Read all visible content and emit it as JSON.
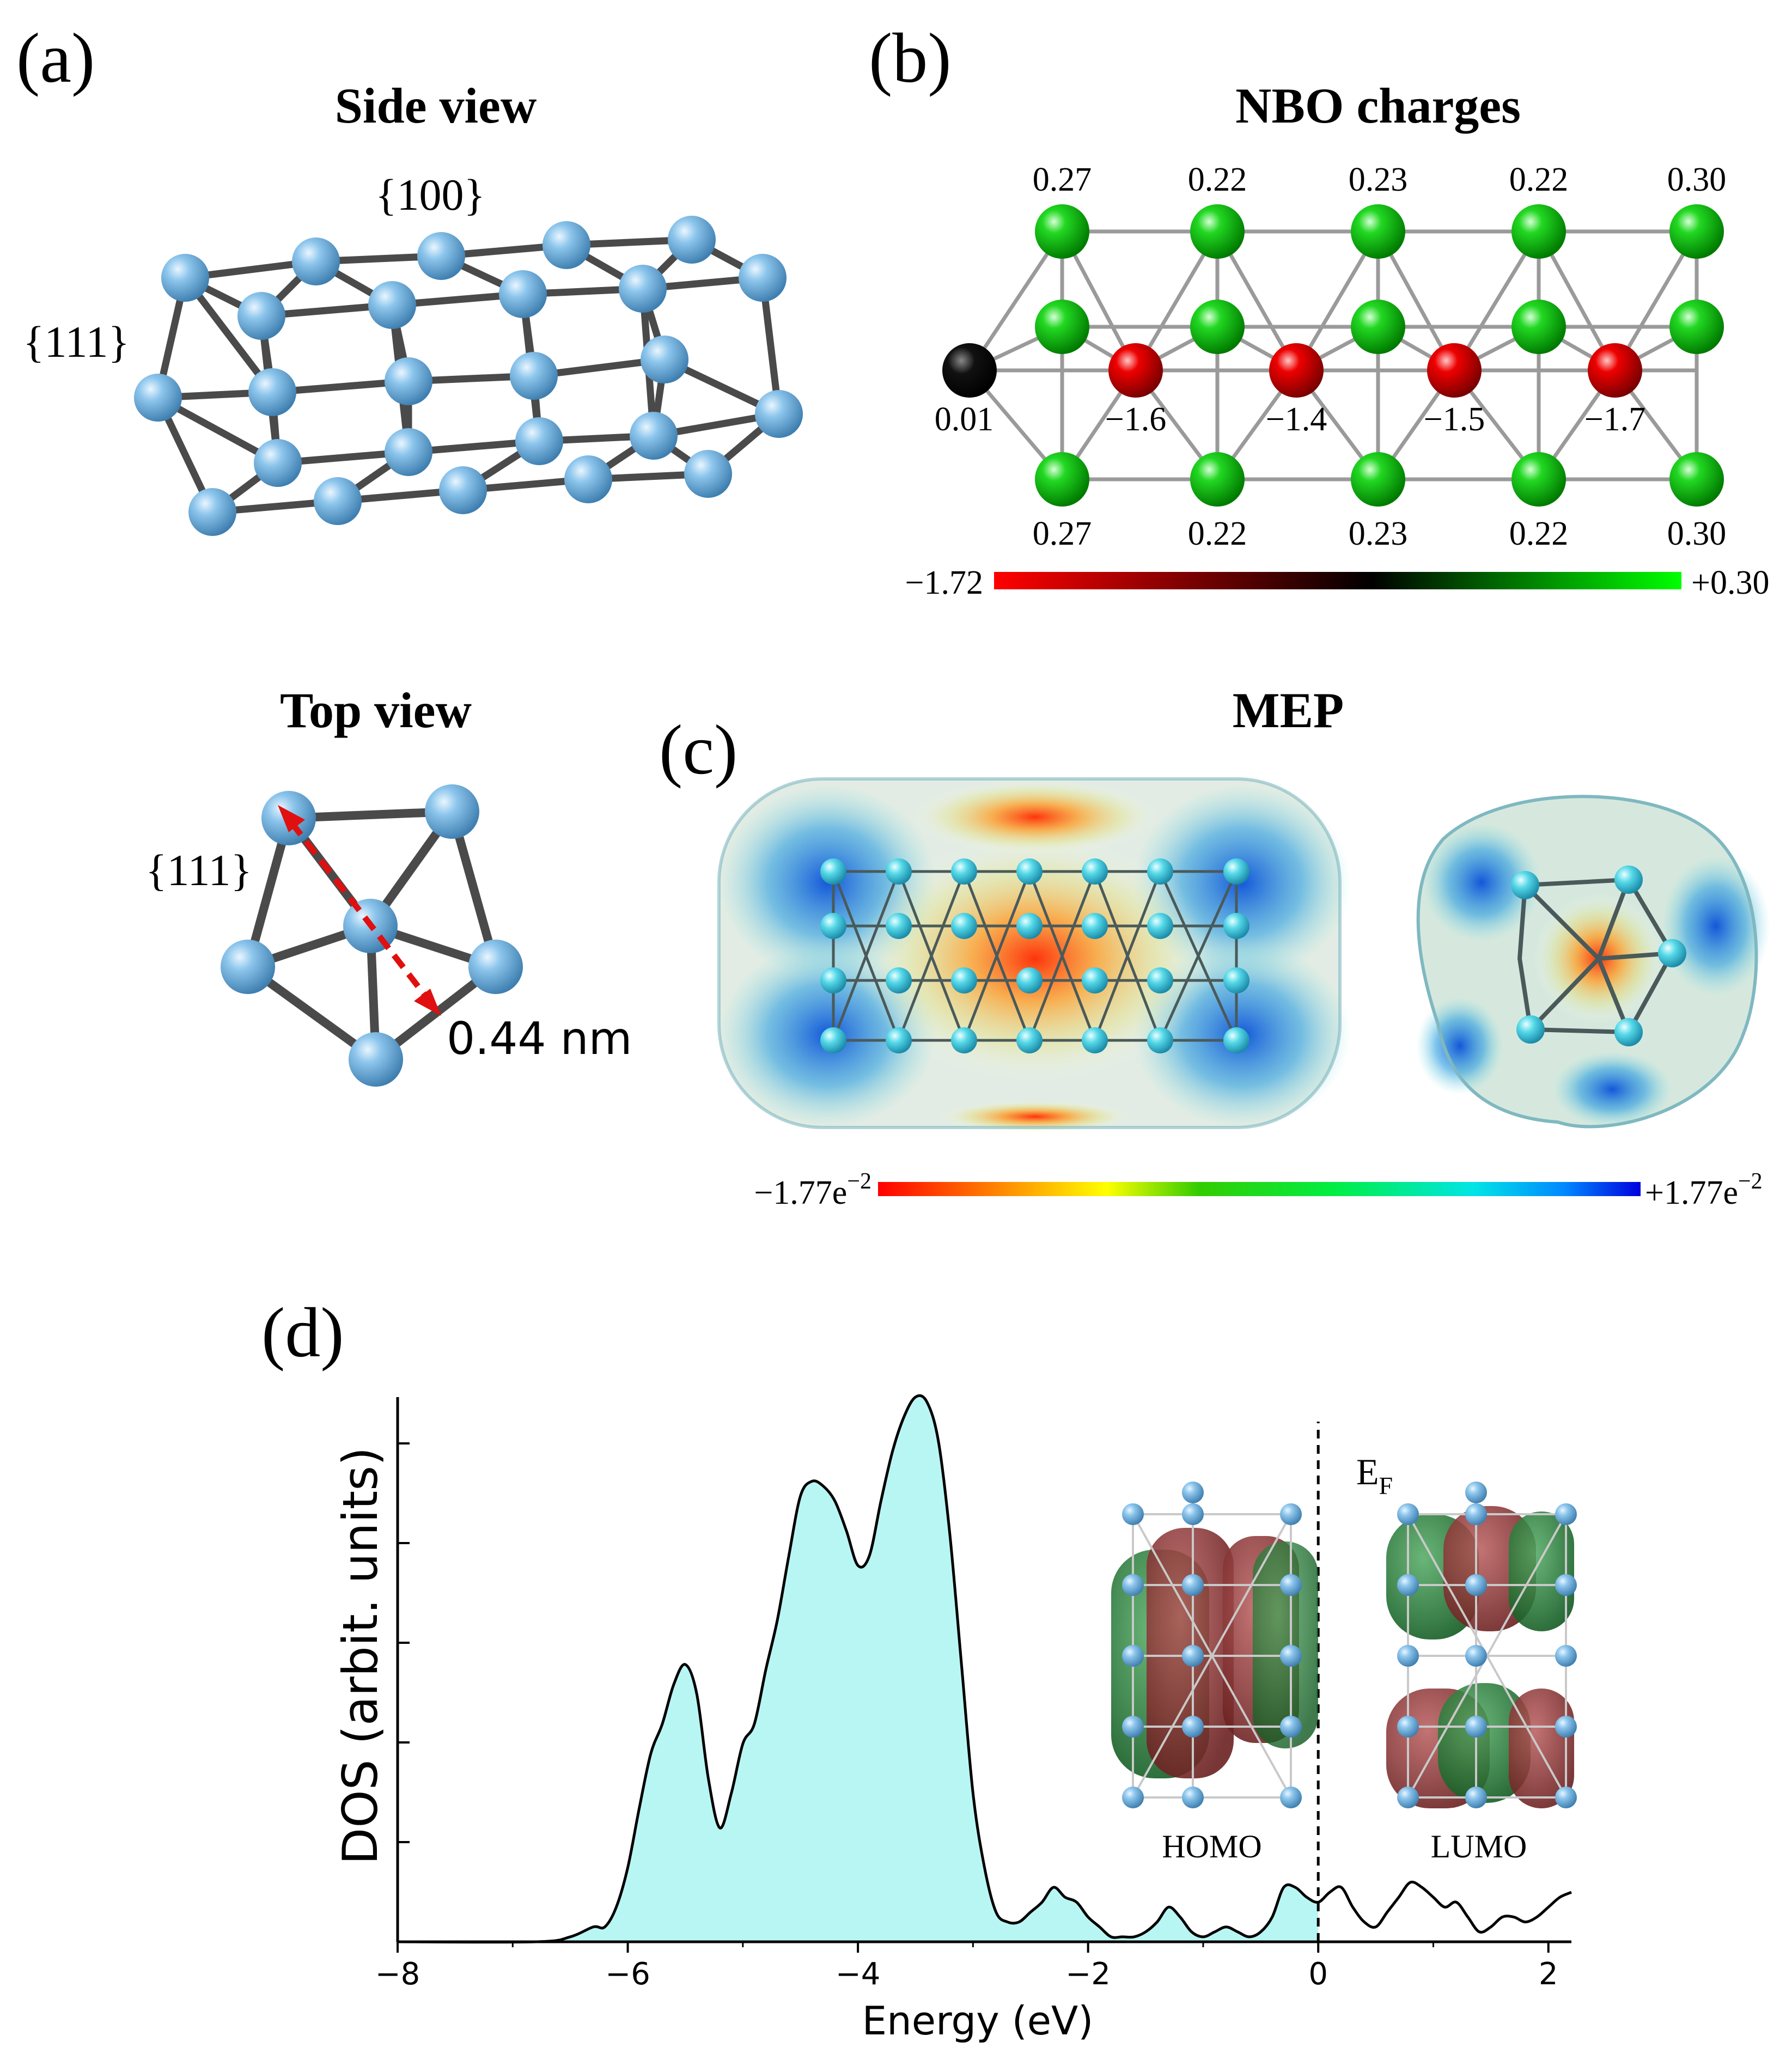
{
  "panel_a": {
    "label": "(a)",
    "side_title": "Side view",
    "facet_100": "{100}",
    "facet_111_side": "{111}",
    "top_title": "Top view",
    "facet_111_top": "{111}",
    "diameter_label": "0.44 nm",
    "atom_color": "#7ab4de"
  },
  "panel_b": {
    "label": "(b)",
    "title": "NBO charges",
    "top_charges": [
      "0.27",
      "0.22",
      "0.23",
      "0.22",
      "0.30"
    ],
    "bottom_charges": [
      "0.27",
      "0.22",
      "0.23",
      "0.22",
      "0.30"
    ],
    "end_charge": "0.01",
    "core_charges": [
      "-1.6",
      "-1.4",
      "-1.5",
      "-1.7"
    ],
    "scale_min": "−1.72",
    "scale_max": "+0.30",
    "colors": {
      "negative": "#e00000",
      "neutral": "#000000",
      "positive": "#00e000"
    }
  },
  "panel_c": {
    "label": "(c)",
    "title": "MEP",
    "scale_min": "−1.77e",
    "scale_max": "+1.77e",
    "scale_exp": "−2"
  },
  "panel_d": {
    "label": "(d)",
    "fermi_label": "E",
    "fermi_sub": "F",
    "homo_label": "HOMO",
    "lumo_label": "LUMO",
    "fill_color": "#b8f6f4"
  },
  "chart_data": {
    "type": "area",
    "title": "",
    "xlabel": "Energy (eV)",
    "ylabel": "DOS (arbit. units)",
    "xlim": [
      -8,
      2.2
    ],
    "ylim": [
      0,
      1.1
    ],
    "xticks": [
      -8,
      -6,
      -4,
      -2,
      0,
      2
    ],
    "xtick_labels": [
      "−8",
      "−6",
      "−4",
      "−2",
      "0",
      "2"
    ],
    "fermi_level": 0,
    "series": [
      {
        "x": [
          -8,
          -6.8,
          -6.5,
          -6.3,
          -6.2,
          -6.1,
          -6.0,
          -5.9,
          -5.8,
          -5.7,
          -5.6,
          -5.5,
          -5.4,
          -5.3,
          -5.2,
          -5.1,
          -5.0,
          -4.9,
          -4.8,
          -4.7,
          -4.6,
          -4.5,
          -4.4,
          -4.3,
          -4.2,
          -4.1,
          -4.0,
          -3.9,
          -3.8,
          -3.7,
          -3.6,
          -3.5,
          -3.4,
          -3.3,
          -3.2,
          -3.1,
          -3.0,
          -2.9,
          -2.8,
          -2.7,
          -2.6,
          -2.5,
          -2.4,
          -2.3,
          -2.2,
          -2.1,
          -2.0,
          -1.9,
          -1.8,
          -1.7,
          -1.6,
          -1.5,
          -1.4,
          -1.3,
          -1.2,
          -1.1,
          -1.0,
          -0.9,
          -0.8,
          -0.7,
          -0.6,
          -0.5,
          -0.4,
          -0.3,
          -0.2,
          -0.1,
          0.0,
          0.1,
          0.2,
          0.3,
          0.4,
          0.5,
          0.6,
          0.7,
          0.8,
          0.9,
          1.0,
          1.1,
          1.2,
          1.3,
          1.4,
          1.5,
          1.6,
          1.7,
          1.8,
          1.9,
          2.0,
          2.1,
          2.2
        ],
        "y": [
          0,
          0,
          0.01,
          0.03,
          0.03,
          0.07,
          0.15,
          0.27,
          0.38,
          0.44,
          0.52,
          0.56,
          0.5,
          0.33,
          0.23,
          0.3,
          0.4,
          0.44,
          0.55,
          0.65,
          0.78,
          0.9,
          0.93,
          0.92,
          0.89,
          0.83,
          0.76,
          0.78,
          0.89,
          0.99,
          1.06,
          1.1,
          1.09,
          1.01,
          0.82,
          0.56,
          0.3,
          0.15,
          0.06,
          0.04,
          0.04,
          0.06,
          0.08,
          0.11,
          0.09,
          0.08,
          0.05,
          0.03,
          0.01,
          0.01,
          0.01,
          0.02,
          0.04,
          0.07,
          0.05,
          0.02,
          0.01,
          0.02,
          0.03,
          0.02,
          0.01,
          0.02,
          0.05,
          0.11,
          0.11,
          0.09,
          0.08,
          0.1,
          0.11,
          0.07,
          0.04,
          0.03,
          0.06,
          0.09,
          0.12,
          0.11,
          0.09,
          0.07,
          0.08,
          0.05,
          0.02,
          0.03,
          0.05,
          0.05,
          0.04,
          0.05,
          0.07,
          0.09,
          0.1
        ]
      }
    ]
  }
}
